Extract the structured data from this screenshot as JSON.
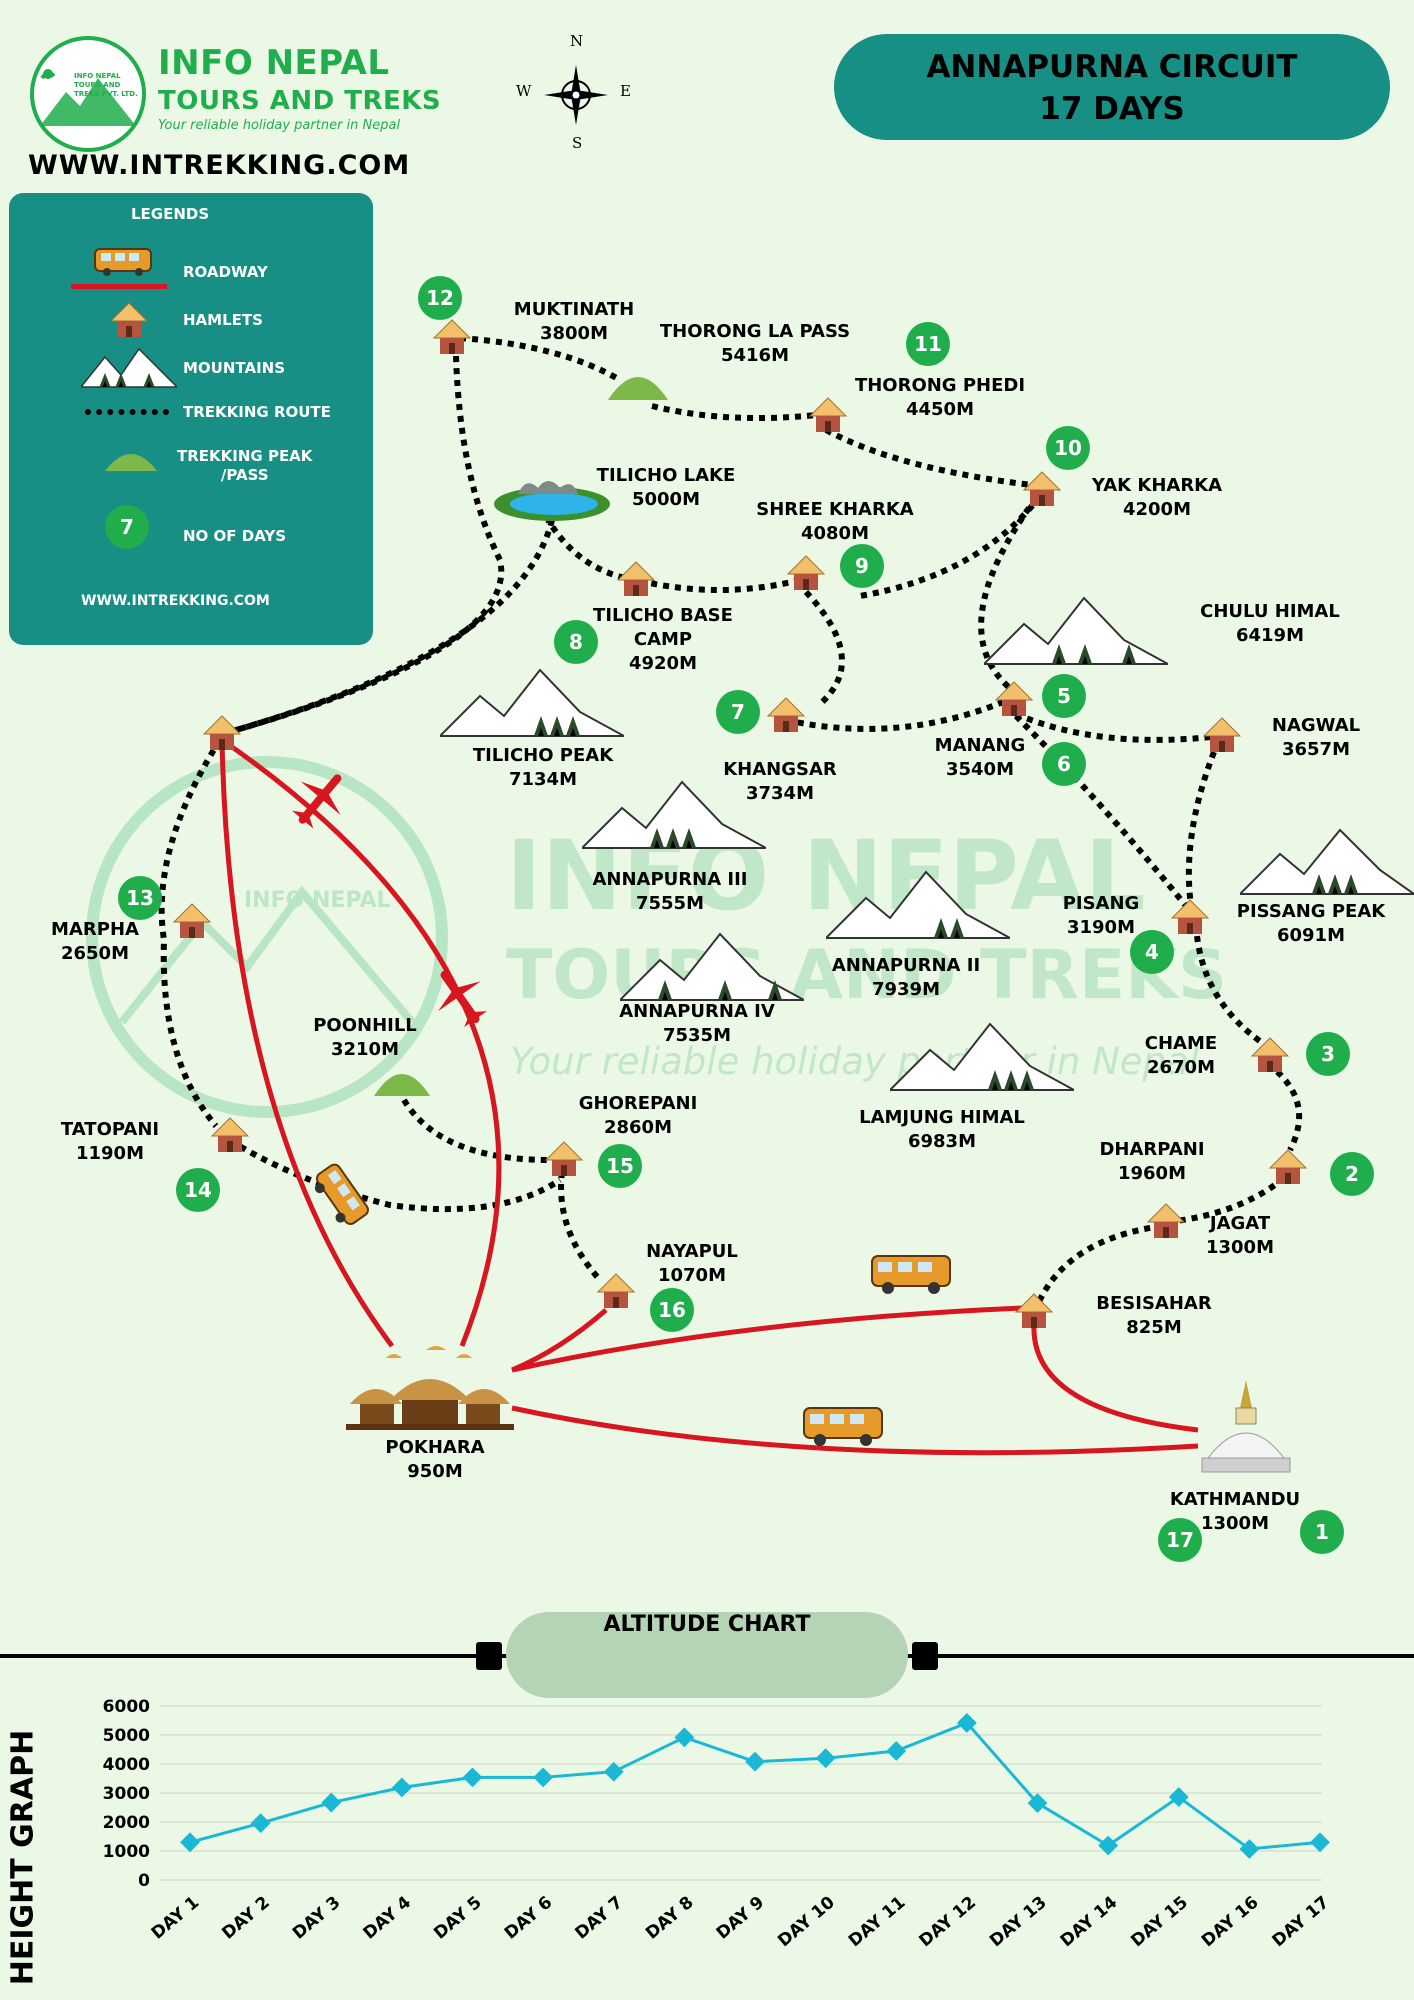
{
  "brand": {
    "name_line1": "INFO NEPAL",
    "name_line2": "TOURS AND TREKS",
    "tagline": "Your reliable holiday partner in Nepal",
    "logo_small_text": "INFO NEPAL TOURS AND TREKS PVT. LTD.",
    "website": "WWW.INTREKKING.COM",
    "color": "#1fae4b"
  },
  "title": {
    "line1": "ANNAPURNA CIRCUIT",
    "line2": "17 DAYS",
    "color": "#178f84"
  },
  "compass": {
    "n": "N",
    "s": "S",
    "e": "E",
    "w": "W"
  },
  "legend": {
    "heading": "LEGENDS",
    "items": [
      "ROADWAY",
      "HAMLETS",
      "MOUNTAINS",
      "TREKKING ROUTE",
      "TREKKING PEAK\n/PASS",
      "NO OF DAYS"
    ],
    "sample_day": "7",
    "website": "WWW.INTREKKING.COM"
  },
  "watermark": {
    "line1": "INFO NEPAL",
    "line2": "TOURS AND TREKS",
    "line3": "Your reliable holiday partner in Nepal"
  },
  "places": {
    "muktinath": "MUKTINATH\n3800M",
    "thorong_la": "THORONG LA PASS\n5416M",
    "thorong_phedi": "THORONG PHEDI\n4450M",
    "yak_kharka": "YAK KHARKA\n4200M",
    "tilicho_lake": "TILICHO LAKE\n5000M",
    "shree_kharka": "SHREE KHARKA\n4080M",
    "tilicho_bc": "TILICHO BASE\nCAMP\n4920M",
    "chulu": "CHULU HIMAL\n6419M",
    "tilicho_peak": "TILICHO PEAK\n7134M",
    "khangsar": "KHANGSAR\n3734M",
    "manang": "MANANG\n3540M",
    "nagwal": "NAGWAL\n3657M",
    "annapurna3": "ANNAPURNA III\n7555M",
    "pisang": "PISANG\n3190M",
    "pissang_peak": "PISSANG PEAK\n6091M",
    "marpha": "MARPHA\n2650M",
    "annapurna2": "ANNAPURNA II\n7939M",
    "annapurna4": "ANNAPURNA IV\n7535M",
    "poonhill": "POONHILL\n3210M",
    "chame": "CHAME\n2670M",
    "ghorepani": "GHOREPANI\n2860M",
    "tatopani": "TATOPANI\n1190M",
    "lamjung": "LAMJUNG HIMAL\n6983M",
    "dharpani": "DHARPANI\n1960M",
    "jagat": "JAGAT\n1300M",
    "nayapul": "NAYAPUL\n1070M",
    "besisahar": "BESISAHAR\n825M",
    "pokhara": "POKHARA\n950M",
    "kathmandu": "KATHMANDU\n1300M"
  },
  "days": {
    "d1": "1",
    "d2": "2",
    "d3": "3",
    "d4": "4",
    "d5": "5",
    "d6": "6",
    "d7": "7",
    "d8": "8",
    "d9": "9",
    "d10": "10",
    "d11": "11",
    "d12": "12",
    "d13": "13",
    "d14": "14",
    "d15": "15",
    "d16": "16",
    "d17": "17"
  },
  "colors": {
    "road": "#d7161f",
    "trail": "#000000",
    "day_badge": "#1fae4b",
    "chart_line": "#1ab8d4"
  },
  "chart_data": {
    "type": "line",
    "title": "ALTITUDE CHART",
    "ylabel": "HEIGHT GRAPH",
    "xlabel": "",
    "categories": [
      "DAY 1",
      "DAY 2",
      "DAY 3",
      "DAY 4",
      "DAY 5",
      "DAY 6",
      "DAY 7",
      "DAY 8",
      "DAY 9",
      "DAY 10",
      "DAY 11",
      "DAY 12",
      "DAY 13",
      "DAY 14",
      "DAY 15",
      "DAY 16",
      "DAY 17"
    ],
    "values": [
      1300,
      1960,
      2670,
      3190,
      3540,
      3540,
      3734,
      4920,
      4080,
      4200,
      4450,
      5416,
      2650,
      1190,
      2860,
      1070,
      1300
    ],
    "yticks": [
      0,
      1000,
      2000,
      3000,
      4000,
      5000,
      6000
    ],
    "ylim": [
      0,
      6000
    ],
    "grid": true
  }
}
